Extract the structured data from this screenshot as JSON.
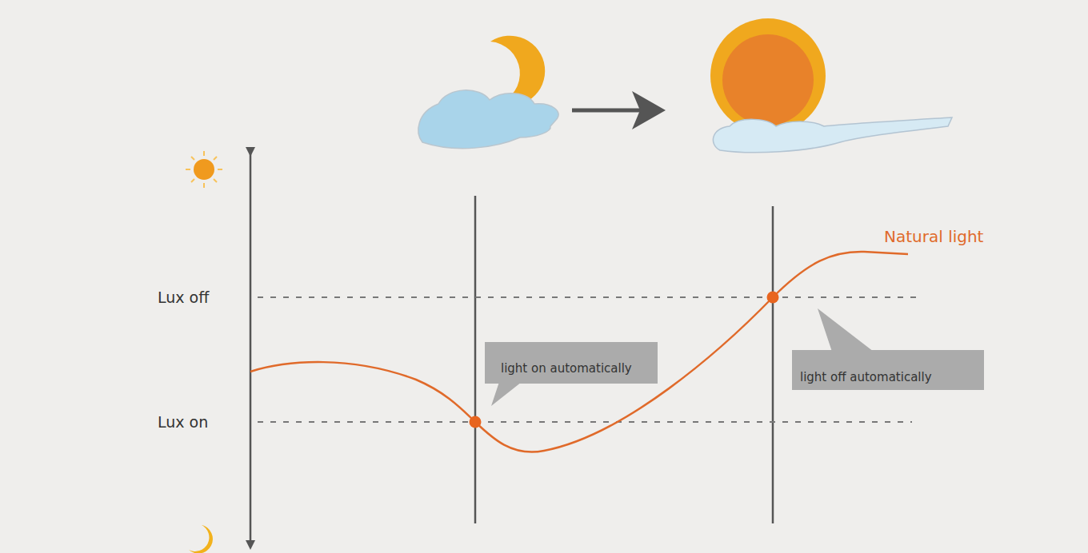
{
  "diagram": {
    "nodes": [
      {
        "text": [
          "light on automatically"
        ]
      },
      {
        "text": [
          "light off automatically"
        ]
      }
    ],
    "labels": [
      "Lux off",
      "Lux on",
      "Natural light"
    ]
  }
}
